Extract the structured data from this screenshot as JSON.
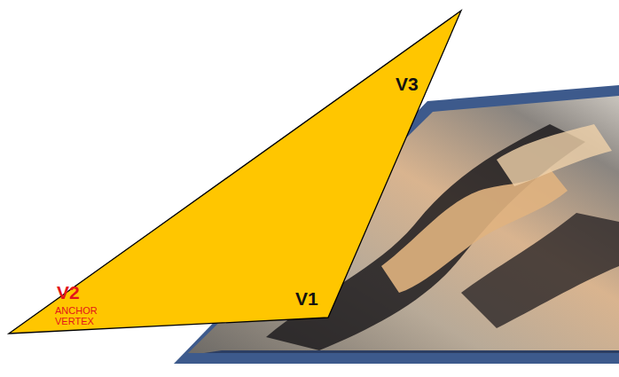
{
  "diagram": {
    "labels": [
      "V3",
      "V2",
      "ANCHOR VERTEX",
      "V1"
    ]
  }
}
